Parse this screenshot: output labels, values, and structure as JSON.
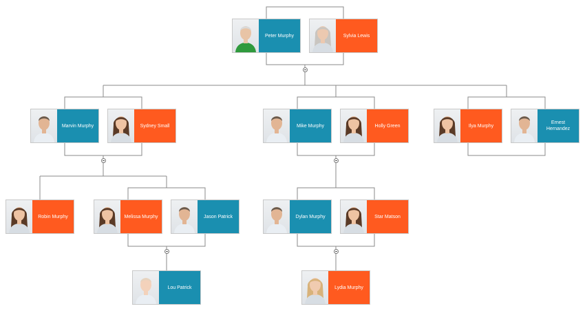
{
  "colors": {
    "male": "#1a8fb0",
    "female": "#ff5a1f",
    "line": "#8a8a8a"
  },
  "people": {
    "peter": {
      "name": "Peter Murphy",
      "gender": "male",
      "icon": "elderly-man-portrait-icon"
    },
    "sylvia": {
      "name": "Sylvia Lewis",
      "gender": "female",
      "icon": "elderly-woman-portrait-icon"
    },
    "marvin": {
      "name": "Marvin Murphy",
      "gender": "male",
      "icon": "man-portrait-icon"
    },
    "sydney": {
      "name": "Sydney Small",
      "gender": "female",
      "icon": "woman-portrait-icon"
    },
    "mike": {
      "name": "Mike Murphy",
      "gender": "male",
      "icon": "man-portrait-icon"
    },
    "holly": {
      "name": "Holly Green",
      "gender": "female",
      "icon": "woman-portrait-icon"
    },
    "ilya": {
      "name": "Ilya Murphy",
      "gender": "female",
      "icon": "woman-portrait-icon"
    },
    "ernest": {
      "name": "Ernest Hernandez",
      "gender": "male",
      "icon": "man-portrait-icon"
    },
    "robin": {
      "name": "Robin Murphy",
      "gender": "female",
      "icon": "woman-portrait-icon"
    },
    "melissa": {
      "name": "Melissa Murphy",
      "gender": "female",
      "icon": "woman-portrait-icon"
    },
    "jason": {
      "name": "Jason Patrick",
      "gender": "male",
      "icon": "man-portrait-icon"
    },
    "dylan": {
      "name": "Dylan Murphy",
      "gender": "male",
      "icon": "man-portrait-icon"
    },
    "star": {
      "name": "Star Matson",
      "gender": "female",
      "icon": "woman-portrait-icon"
    },
    "lou": {
      "name": "Lou Patrick",
      "gender": "male",
      "icon": "baby-portrait-icon"
    },
    "lydia": {
      "name": "Lydia Murphy",
      "gender": "female",
      "icon": "girl-portrait-icon"
    }
  }
}
